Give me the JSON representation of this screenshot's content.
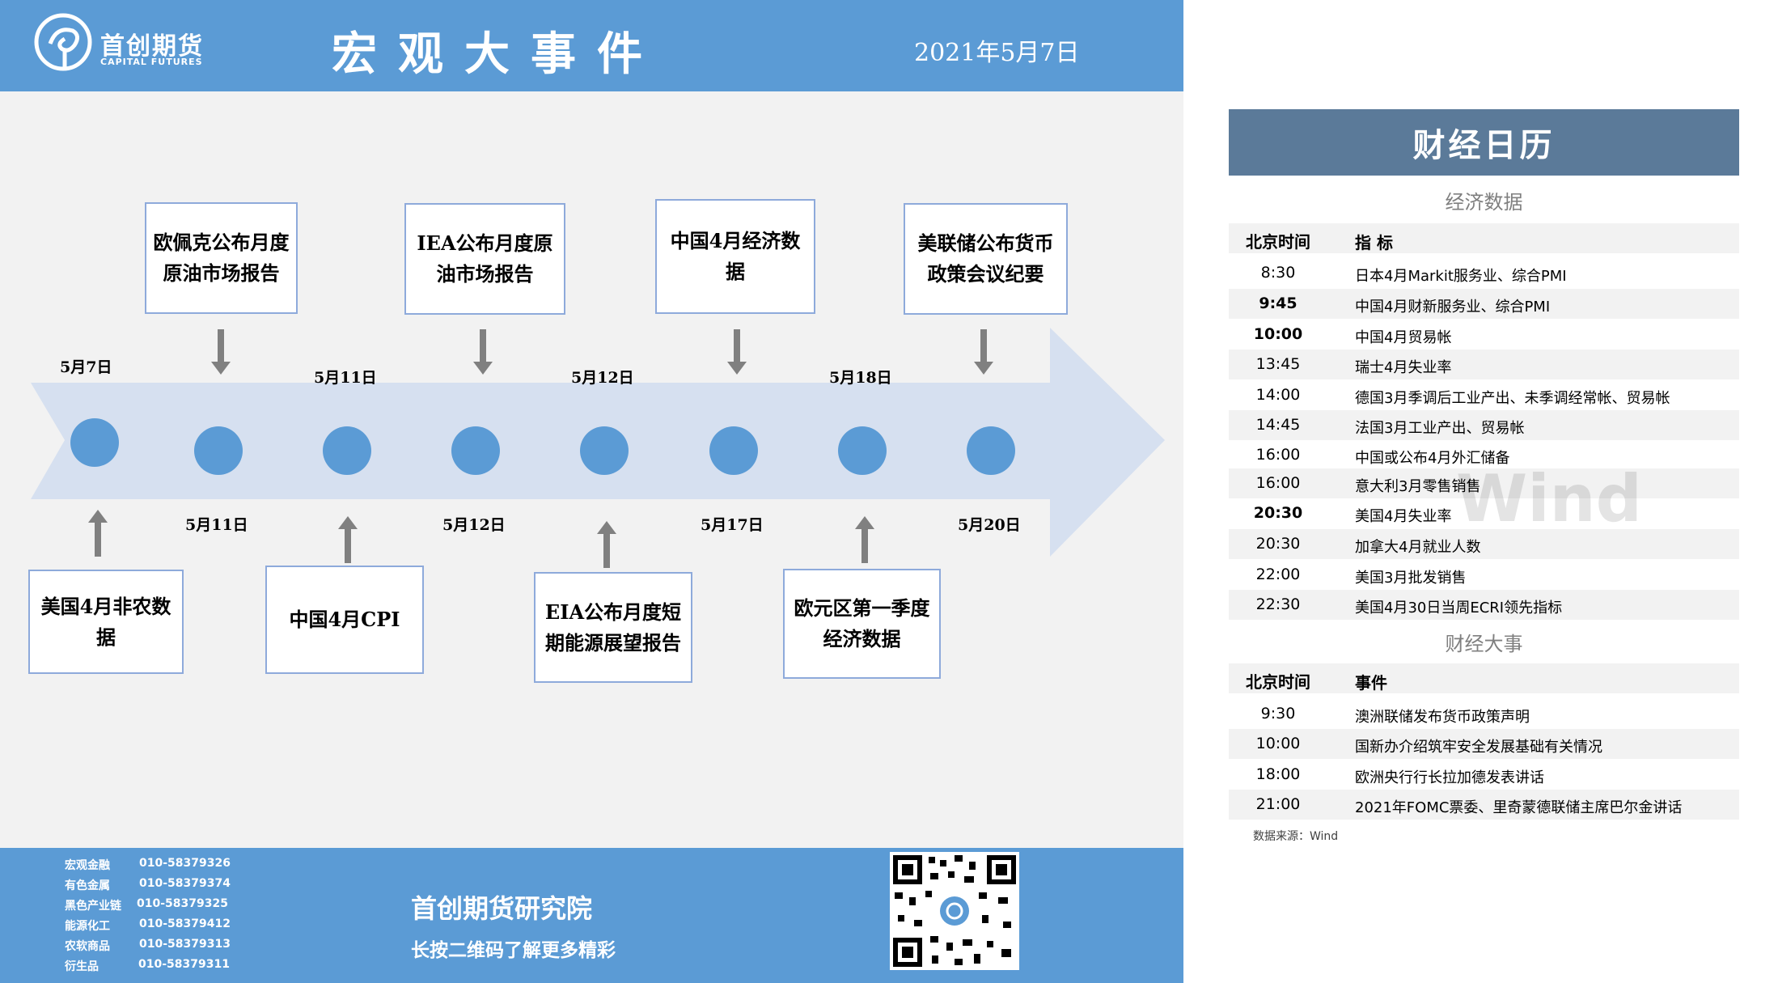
{
  "header": {
    "logo_cn": "首创期货",
    "logo_en": "CAPITAL FUTURES",
    "title": "宏观大事件",
    "date": "2021年5月7日"
  },
  "timeline": {
    "top_dates": [
      "5月7日",
      "5月11日",
      "5月12日",
      "5月18日"
    ],
    "bottom_dates": [
      "5月11日",
      "5月12日",
      "5月17日",
      "5月20日"
    ],
    "top_events": [
      "欧佩克公布月度原油市场报告",
      "IEA公布月度原油市场报告",
      "中国4月经济数据",
      "美联储公布货币政策会议纪要"
    ],
    "bottom_events": [
      "美国4月非农数据",
      "中国4月CPI",
      "EIA公布月度短期能源展望报告",
      "欧元区第一季度经济数据"
    ]
  },
  "footer": {
    "contacts": [
      {
        "dept": "宏观金融",
        "phone": "010-58379326"
      },
      {
        "dept": "有色金属",
        "phone": "010-58379374"
      },
      {
        "dept": "黑色产业链",
        "phone": "010-58379325"
      },
      {
        "dept": "能源化工",
        "phone": "010-58379412"
      },
      {
        "dept": "农软商品",
        "phone": "010-58379313"
      },
      {
        "dept": "衍生品",
        "phone": "010-58379311"
      }
    ],
    "institute": "首创期货研究院",
    "qr_hint": "长按二维码了解更多精彩"
  },
  "calendar": {
    "title": "财经日历",
    "econ_section": "经济数据",
    "events_section": "财经大事",
    "col_time": "北京时间",
    "col_indicator": "指  标",
    "col_event": "事件",
    "econ_rows": [
      {
        "time": "8:30",
        "item": "日本4月Markit服务业、综合PMI"
      },
      {
        "time": "9:45",
        "item": "中国4月财新服务业、综合PMI"
      },
      {
        "time": "10:00",
        "item": "中国4月贸易帐"
      },
      {
        "time": "13:45",
        "item": "瑞士4月失业率"
      },
      {
        "time": "14:00",
        "item": "德国3月季调后工业产出、未季调经常帐、贸易帐"
      },
      {
        "time": "14:45",
        "item": "法国3月工业产出、贸易帐"
      },
      {
        "time": "16:00",
        "item": "中国或公布4月外汇储备"
      },
      {
        "time": "16:00",
        "item": "意大利3月零售销售"
      },
      {
        "time": "20:30",
        "item": "美国4月失业率"
      },
      {
        "time": "20:30",
        "item": "加拿大4月就业人数"
      },
      {
        "time": "22:00",
        "item": "美国3月批发销售"
      },
      {
        "time": "22:30",
        "item": "美国4月30日当周ECRI领先指标"
      }
    ],
    "event_rows": [
      {
        "time": "9:30",
        "item": "澳洲联储发布货币政策声明"
      },
      {
        "time": "10:00",
        "item": "国新办介绍筑牢安全发展基础有关情况"
      },
      {
        "time": "18:00",
        "item": "欧洲央行行长拉加德发表讲话"
      },
      {
        "time": "21:00",
        "item": "2021年FOMC票委、里奇蒙德联储主席巴尔金讲话"
      }
    ],
    "source": "数据来源：Wind",
    "watermark": "Wind"
  }
}
